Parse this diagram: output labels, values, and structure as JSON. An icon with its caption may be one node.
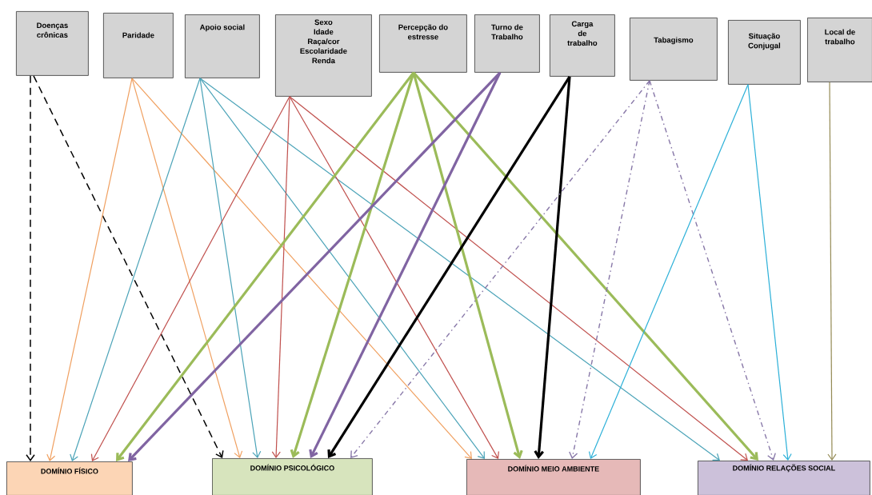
{
  "diagram": {
    "nodes": [
      {
        "text": [
          "Doenças crônicas"
        ]
      },
      {
        "text": [
          "Paridade"
        ]
      },
      {
        "text": [
          "Apoio social"
        ]
      },
      {
        "text": [
          "Sexo",
          "Idade",
          "Raça/cor",
          "Escolaridade",
          "Renda"
        ]
      },
      {
        "text": [
          "Percepção do estresse"
        ]
      },
      {
        "text": [
          "Turno de Trabalho"
        ]
      },
      {
        "text": [
          "Carga de trabalho"
        ]
      },
      {
        "text": [
          "Tabagismo"
        ]
      },
      {
        "text": [
          "Situação Conjugal"
        ]
      },
      {
        "text": [
          "Local de trabalho"
        ]
      },
      {
        "text": [
          "DOMÍNIO FÍSICO"
        ]
      },
      {
        "text": [
          "DOMÍNIO PSICOLÓGICO"
        ]
      },
      {
        "text": [
          "DOMÍNIO MEIO AMBIENTE"
        ]
      },
      {
        "text": [
          "DOMÍNIO RELAÇÕES SOCIAL"
        ]
      }
    ],
    "edges": [
      {
        "from": 0,
        "to": 10,
        "arrow": "to",
        "style": "dashed",
        "color": "#000000"
      },
      {
        "from": 0,
        "to": 11,
        "arrow": "to",
        "style": "dashed",
        "color": "#000000"
      },
      {
        "from": 1,
        "to": 10,
        "arrow": "to",
        "color": "#f0a060"
      },
      {
        "from": 1,
        "to": 11,
        "arrow": "to",
        "color": "#f0a060"
      },
      {
        "from": 1,
        "to": 12,
        "arrow": "to",
        "color": "#f0a060"
      },
      {
        "from": 2,
        "to": 10,
        "arrow": "to",
        "color": "#4ba3b8"
      },
      {
        "from": 2,
        "to": 11,
        "arrow": "to",
        "color": "#4ba3b8"
      },
      {
        "from": 2,
        "to": 12,
        "arrow": "to",
        "color": "#4ba3b8"
      },
      {
        "from": 2,
        "to": 13,
        "arrow": "to",
        "color": "#4ba3b8"
      },
      {
        "from": 3,
        "to": 10,
        "arrow": "to",
        "color": "#c0504d"
      },
      {
        "from": 3,
        "to": 11,
        "arrow": "to",
        "color": "#c0504d"
      },
      {
        "from": 3,
        "to": 12,
        "arrow": "to",
        "color": "#c0504d"
      },
      {
        "from": 3,
        "to": 13,
        "arrow": "to",
        "color": "#c0504d"
      },
      {
        "from": 4,
        "to": 10,
        "arrow": "to",
        "style": "thick",
        "color": "#9bbb59"
      },
      {
        "from": 4,
        "to": 11,
        "arrow": "to",
        "style": "thick",
        "color": "#9bbb59"
      },
      {
        "from": 4,
        "to": 12,
        "arrow": "to",
        "style": "thick",
        "color": "#9bbb59"
      },
      {
        "from": 4,
        "to": 13,
        "arrow": "to",
        "style": "thick",
        "color": "#9bbb59"
      },
      {
        "from": 5,
        "to": 10,
        "arrow": "to",
        "style": "thick",
        "color": "#8064a2"
      },
      {
        "from": 5,
        "to": 11,
        "arrow": "to",
        "style": "thick",
        "color": "#8064a2"
      },
      {
        "from": 6,
        "to": 11,
        "arrow": "to",
        "style": "thick",
        "color": "#000000"
      },
      {
        "from": 6,
        "to": 12,
        "arrow": "to",
        "style": "thick",
        "color": "#000000"
      },
      {
        "from": 7,
        "to": 11,
        "arrow": "to",
        "style": "dashed",
        "color": "#8878a8"
      },
      {
        "from": 7,
        "to": 12,
        "arrow": "to",
        "style": "dashed",
        "color": "#8878a8"
      },
      {
        "from": 7,
        "to": 13,
        "arrow": "to",
        "style": "dashed",
        "color": "#8878a8"
      },
      {
        "from": 8,
        "to": 12,
        "arrow": "to",
        "color": "#2cb0d8"
      },
      {
        "from": 8,
        "to": 13,
        "arrow": "to",
        "color": "#2cb0d8"
      },
      {
        "from": 9,
        "to": 13,
        "arrow": "to",
        "color": "#948a54"
      }
    ]
  }
}
